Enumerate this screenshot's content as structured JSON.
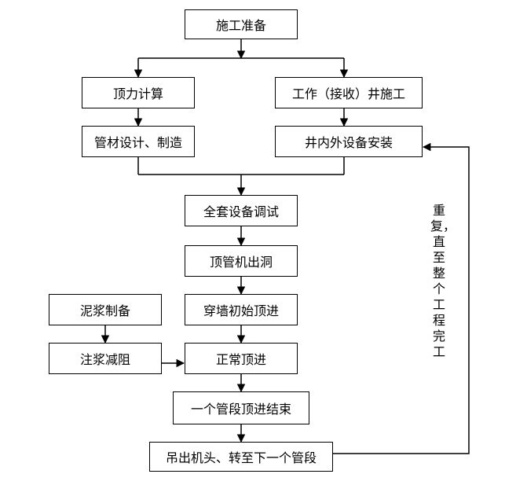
{
  "nodes": {
    "prep": "施工准备",
    "jack_force_calc": "顶力计算",
    "well_construction": "工作（接收）井施工",
    "pipe_design": "管材设计、制造",
    "equipment_install": "井内外设备安装",
    "full_debug": "全套设备调试",
    "machine_exit": "顶管机出洞",
    "wall_initial_jacking": "穿墙初始顶进",
    "mud_prep": "泥浆制备",
    "grout_reduce": "注浆减阻",
    "normal_jacking": "正常顶进",
    "segment_end": "一个管段顶进结束",
    "lift_transfer": "吊出机头、转至下一个管段"
  },
  "loop_note": "重复，直至整个工程完工",
  "colors": {
    "line": "#000000",
    "box_border": "#000000",
    "background": "#ffffff"
  }
}
